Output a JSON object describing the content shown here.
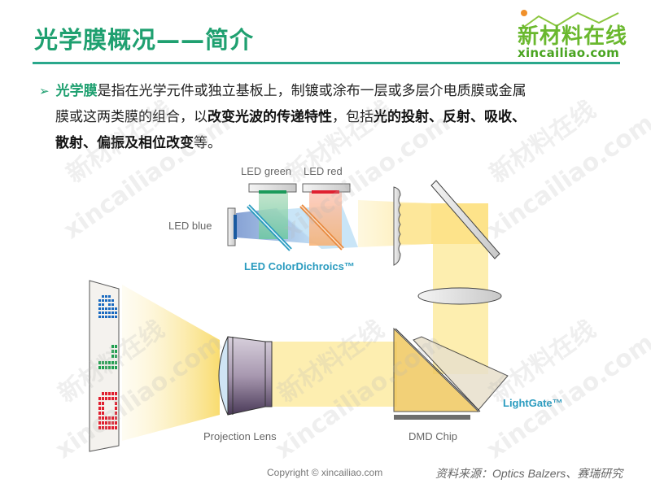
{
  "header": {
    "title": "光学膜概况——简介",
    "logo_cn": "新材料在线",
    "logo_en": "xincailiao.com"
  },
  "bullet": {
    "marker": "➢",
    "term": "光学膜",
    "text1": "是指在光学元件或独立基板上，制镀或涂布一层或多层介电质膜或金属",
    "text2a": "膜或这两类膜的组合，以",
    "bold2": "改变光波的传递特性",
    "text2b": "，包括",
    "bold3": "光的投射、反射、吸收、",
    "bold4": "散射、偏振及相位改变",
    "text4": "等。"
  },
  "diagram": {
    "labels": {
      "led_green": "LED green",
      "led_red": "LED red",
      "led_blue": "LED blue",
      "color_dichroics": "LED ColorDichroics™",
      "projection_lens": "Projection Lens",
      "dmd_chip": "DMD Chip",
      "lightgate": "LightGate™"
    },
    "colors": {
      "led_green": "#1a9a5a",
      "led_red": "#e02030",
      "led_blue": "#1a5aa0",
      "beam": "#fde9a0",
      "accent_text": "#2a9bbf"
    }
  },
  "footer": {
    "copyright": "Copyright © xincailiao.com",
    "source": "资料来源：Optics Balzers、赛瑞研究"
  },
  "watermark": {
    "cn": "新材料在线",
    "en": "xincailiao.com"
  }
}
